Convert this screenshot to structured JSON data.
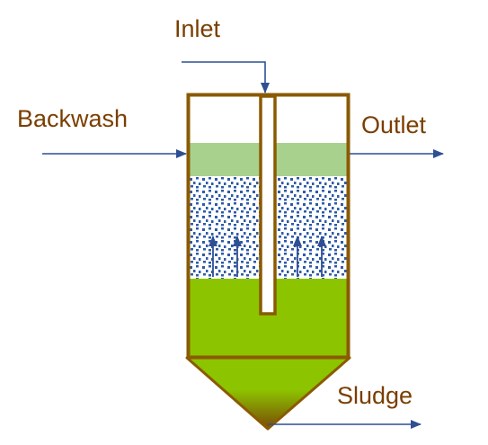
{
  "labels": {
    "inlet": "Inlet",
    "backwash": "Backwash",
    "outlet": "Outlet",
    "sludge": "Sludge"
  },
  "colors": {
    "label": "#7a3e00",
    "vessel_outline": "#8a5a00",
    "arrow": "#2f4f93",
    "clear_zone": "#a9d18e",
    "sludge_blanket": "#8cc400",
    "cone_top": "#8cc400",
    "cone_bottom": "#7b4a06",
    "media_dots": "#2e5ba8",
    "background": "#ffffff"
  }
}
